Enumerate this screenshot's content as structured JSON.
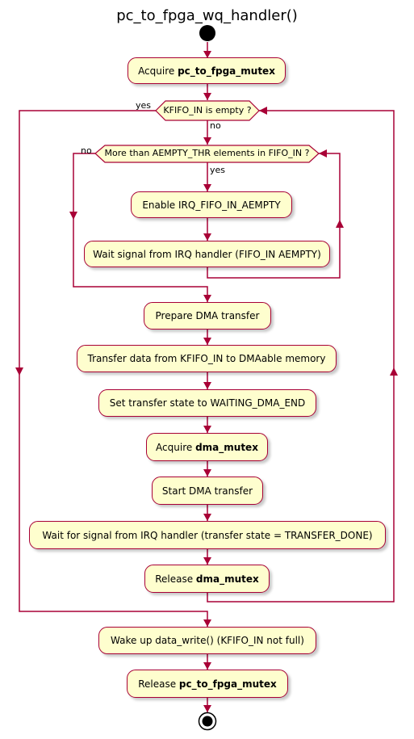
{
  "title": "pc_to_fpga_wq_handler()",
  "colors": {
    "node_fill": "#FEFECE",
    "border": "#A80036",
    "start_end": "#000000"
  },
  "nodes": {
    "acquire_pc": {
      "text": "Acquire ",
      "bold": "pc_to_fpga_mutex"
    },
    "enable_irq": {
      "text": "Enable IRQ_FIFO_IN_AEMPTY"
    },
    "wait_irq": {
      "text": "Wait signal from IRQ handler (FIFO_IN AEMPTY)"
    },
    "prepare_dma": {
      "text": "Prepare DMA transfer"
    },
    "transfer_data": {
      "text": "Transfer data from KFIFO_IN to DMAable memory"
    },
    "set_state": {
      "text": "Set transfer state to WAITING_DMA_END"
    },
    "acquire_dma": {
      "text": "Acquire ",
      "bold": "dma_mutex"
    },
    "start_dma": {
      "text": "Start DMA transfer"
    },
    "wait_done": {
      "text": "Wait for signal from IRQ handler (transfer state = TRANSFER_DONE)"
    },
    "release_dma": {
      "text": "Release ",
      "bold": "dma_mutex"
    },
    "wake_up": {
      "text": "Wake up data_write() (KFIFO_IN not full)"
    },
    "release_pc": {
      "text": "Release ",
      "bold": "pc_to_fpga_mutex"
    }
  },
  "decisions": {
    "kfifo_empty": {
      "text": "KFIFO_IN is empty ?",
      "yes": "yes",
      "no": "no"
    },
    "more_than": {
      "text": "More than AEMPTY_THR elements in FIFO_IN ?",
      "yes": "yes",
      "no": "no"
    }
  }
}
